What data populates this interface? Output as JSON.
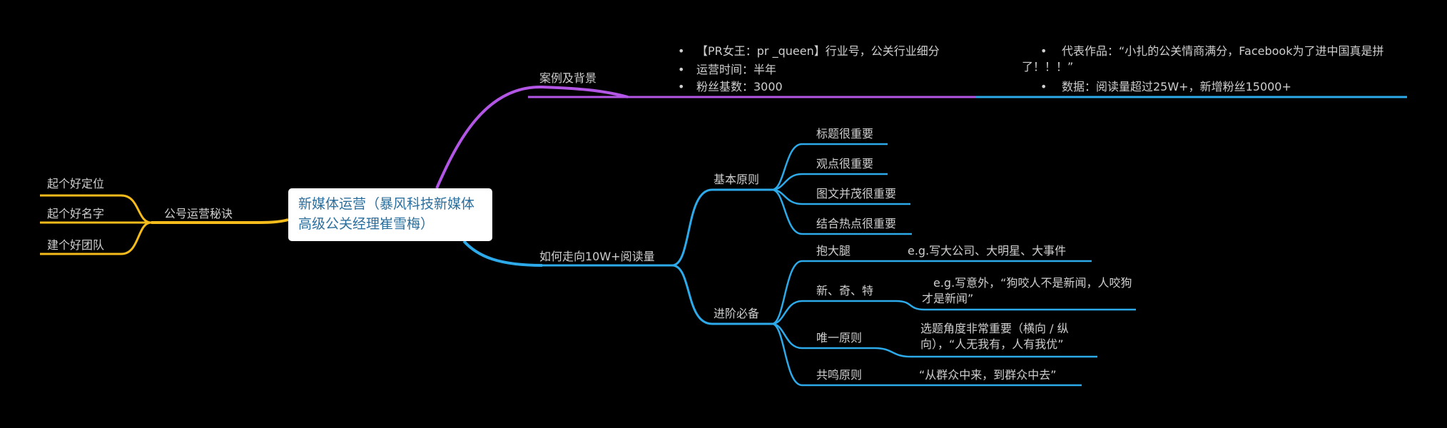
{
  "root": {
    "text": "新媒体运营（暴风科技新媒体高级公关经理崔雪梅）"
  },
  "colors": {
    "purple": "#B356E6",
    "blue": "#2DAAEA",
    "yellow": "#F5BC1C",
    "root_text": "#2B6F9E"
  },
  "left_branch": {
    "label": "公号运营秘诀",
    "items": [
      "起个好定位",
      "起个好名字",
      "建个好团队"
    ]
  },
  "case_branch": {
    "label": "案例及背景",
    "col1": [
      "【PR女王：pr _queen】行业号，公关行业细分",
      "运营时间：半年",
      "粉丝基数：3000"
    ],
    "col2": [
      "代表作品：“小扎的公关情商满分，Facebook为了进中国真是拼了！！！”",
      "数据：阅读量超过25W+，新增粉丝15000+"
    ],
    "bullet": "•"
  },
  "read_branch": {
    "label": "如何走向10W+阅读量",
    "basic": {
      "label": "基本原则",
      "items": [
        "标题很重要",
        "观点很重要",
        "图文并茂很重要",
        "结合热点很重要"
      ]
    },
    "advanced": {
      "label": "进阶必备",
      "items": [
        {
          "label": "抱大腿",
          "note": "e.g.写大公司、大明星、大事件"
        },
        {
          "label": "新、奇、特",
          "note": "e.g.写意外，“狗咬人不是新闻，人咬狗才是新闻”"
        },
        {
          "label": "唯一原则",
          "note": "选题角度非常重要（横向 / 纵向），“人无我有，人有我优”"
        },
        {
          "label": "共鸣原则",
          "note": "“从群众中来，到群众中去”"
        }
      ]
    }
  }
}
